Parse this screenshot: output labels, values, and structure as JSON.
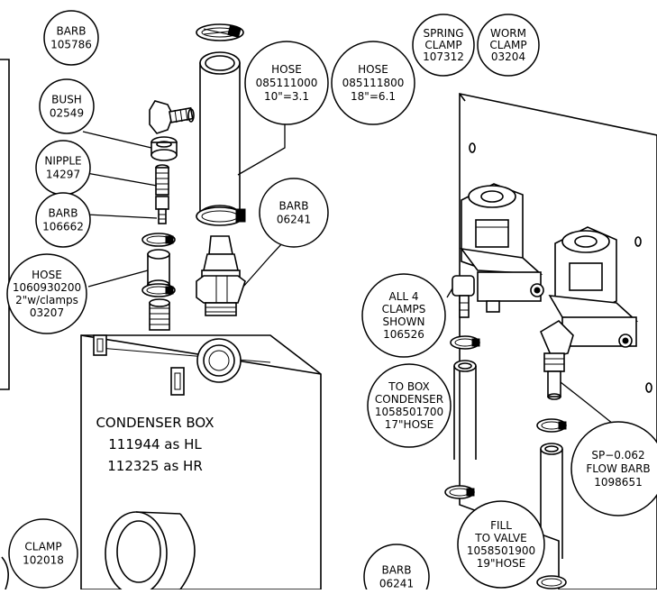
{
  "colors": {
    "ink": "#000000",
    "paper": "#ffffff"
  },
  "labels": {
    "barb_105786": [
      "BARB",
      "105786"
    ],
    "bush_02549": [
      "BUSH",
      "02549"
    ],
    "nipple_14297": [
      "NIPPLE",
      "14297"
    ],
    "barb_106662": [
      "BARB",
      "106662"
    ],
    "hose_1060930200": [
      "HOSE",
      "1060930200",
      "2\"w/clamps",
      "03207"
    ],
    "hose_085111000": [
      "HOSE",
      "085111000",
      "10\"=3.1"
    ],
    "hose_085111800": [
      "HOSE",
      "085111800",
      "18\"=6.1"
    ],
    "spring_clamp": [
      "SPRING",
      "CLAMP",
      "107312"
    ],
    "worm_clamp": [
      "WORM",
      "CLAMP",
      "03204"
    ],
    "barb_06241_top": [
      "BARB",
      "06241"
    ],
    "all_4_clamps": [
      "ALL 4",
      "CLAMPS",
      "SHOWN",
      "106526"
    ],
    "to_box_condenser": [
      "TO BOX",
      "CONDENSER",
      "1058501700",
      "17\"HOSE"
    ],
    "sp_flow_barb": [
      "SP−0.062",
      "FLOW BARB",
      "1098651"
    ],
    "fill_to_valve": [
      "FILL",
      "TO VALVE",
      "1058501900",
      "19\"HOSE"
    ],
    "barb_06241_bottom": [
      "BARB",
      "06241"
    ],
    "clamp_102018": [
      "CLAMP",
      "102018"
    ],
    "condenser_box": [
      "CONDENSER BOX",
      "111944 as HL",
      "112325 as HR"
    ]
  }
}
